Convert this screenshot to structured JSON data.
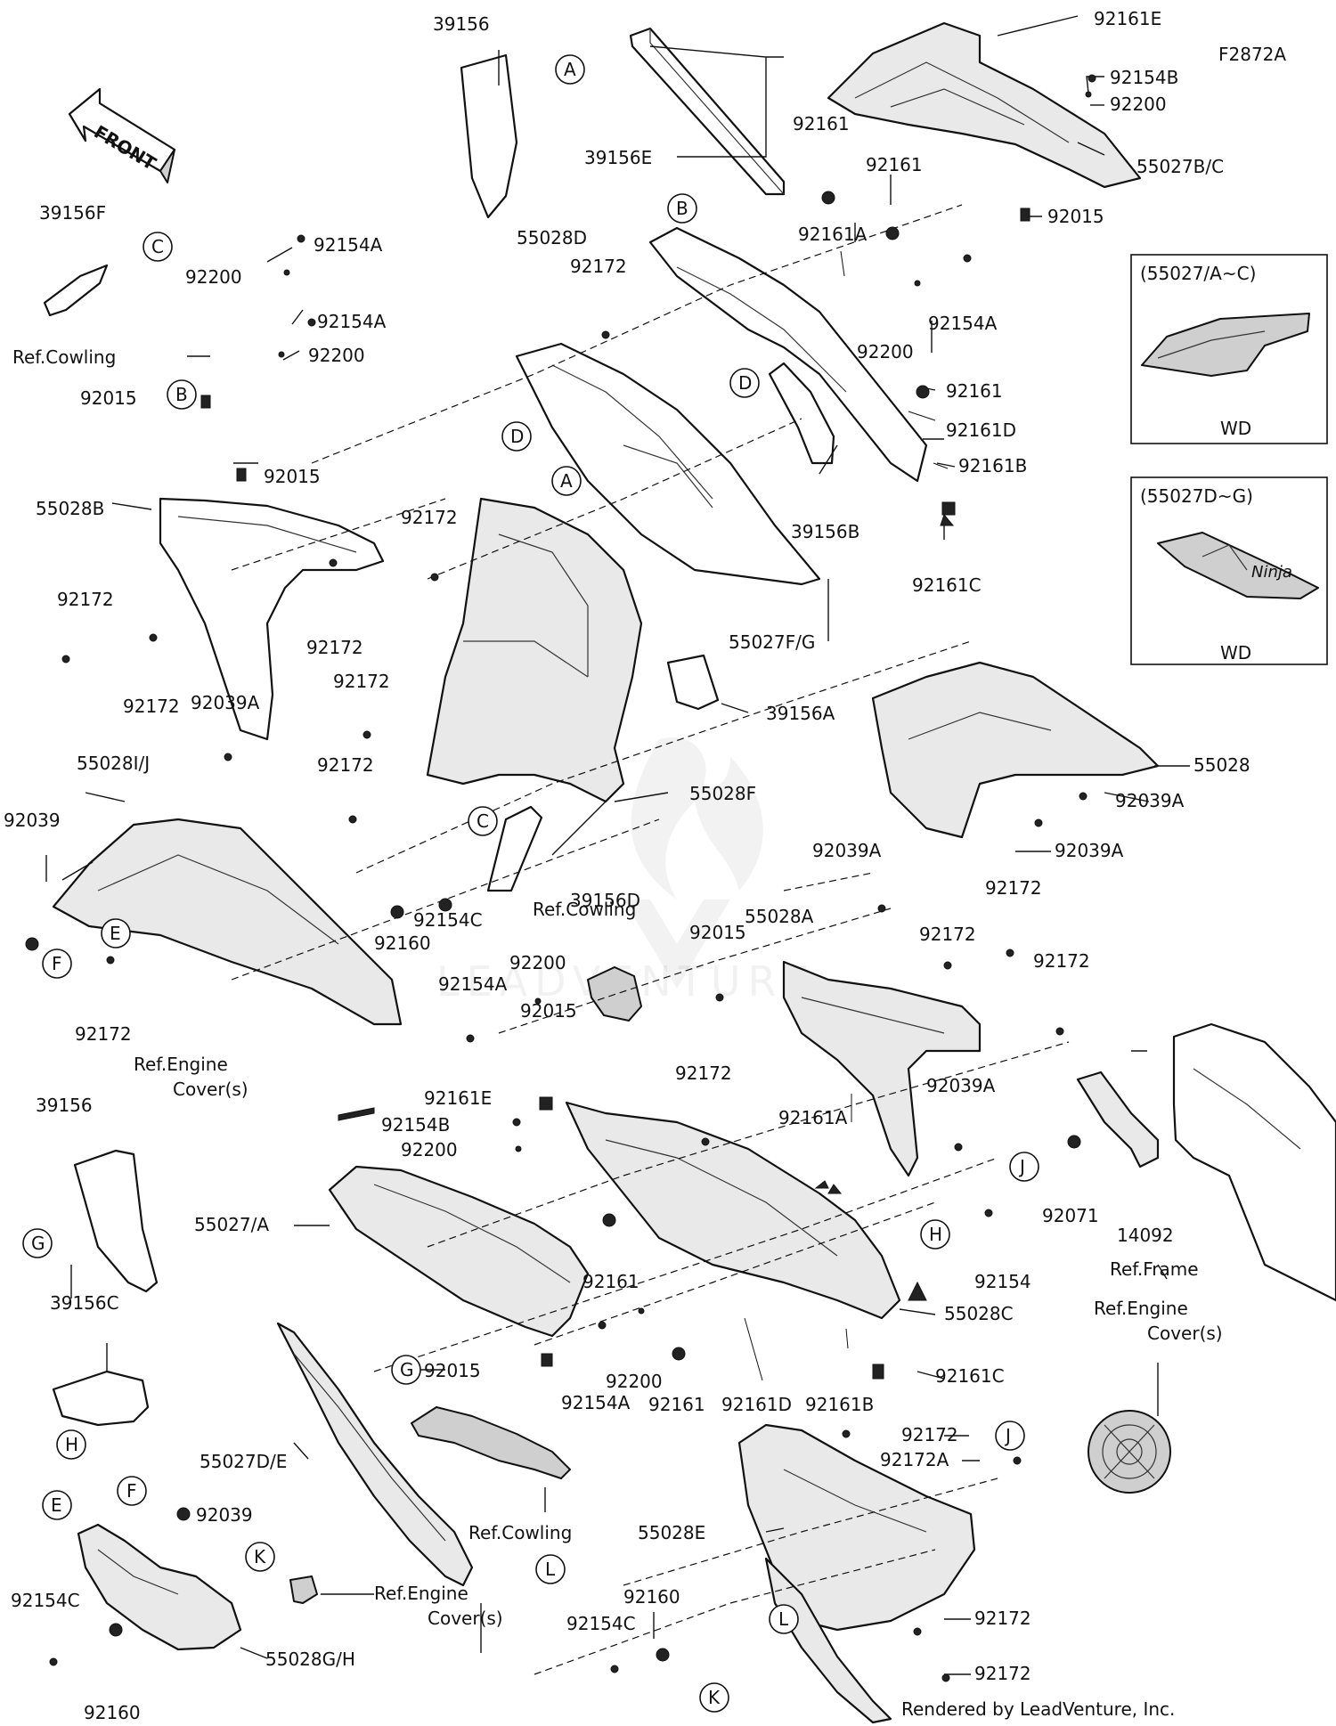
{
  "diagram_code": "F2872A",
  "front_label": "FRONT",
  "credit": "Rendered by LeadVenture, Inc.",
  "insets": [
    {
      "title": "(55027/A~C)",
      "caption": "WD"
    },
    {
      "title": "(55027D~G)",
      "caption": "WD"
    }
  ],
  "callout_letters": [
    "A",
    "B",
    "C",
    "D",
    "E",
    "F",
    "G",
    "H",
    "J",
    "K",
    "L"
  ],
  "labels": {
    "p39156_top": "39156",
    "p92161E_top": "92161E",
    "p92154B_top": "92154B",
    "p92200_top": "92200",
    "p55027BC": "55027B/C",
    "p92015_top": "92015",
    "p92161_a": "92161",
    "p92161_b": "92161",
    "p39156E": "39156E",
    "p39156F": "39156F",
    "p55028D": "55028D",
    "p92172_a": "92172",
    "p92161A_top": "92161A",
    "p92154A_r": "92154A",
    "p92200_r": "92200",
    "p92154A_l1": "92154A",
    "p92200_l1": "92200",
    "p92154A_l2": "92154A",
    "p92200_l2": "92200",
    "refcowl_1": "Ref.Cowling",
    "p92015_l": "92015",
    "p92161_c": "92161",
    "p92161D_top": "92161D",
    "p92161B_top": "92161B",
    "p92015_mid": "92015",
    "p55028B": "55028B",
    "p39156B": "39156B",
    "p92172_b": "92172",
    "p92161C_top": "92161C",
    "p92172_c": "92172",
    "p92172_d": "92172",
    "p92172_e": "92172",
    "p92039A_l": "92039A",
    "p55027FG": "55027F/G",
    "p39156A": "39156A",
    "p92172_f": "92172",
    "p92172_g": "92172",
    "p55028F": "55028F",
    "p55028": "55028",
    "p92039A_r1": "92039A",
    "p92039A_r2": "92039A",
    "p92039A_r3": "92039A",
    "p55028IJ": "55028I/J",
    "p92039_l": "92039",
    "p92154C_m": "92154C",
    "p92160_m": "92160",
    "p39156D": "39156D",
    "refcowl_2": "Ref.Cowling",
    "p92015_c": "92015",
    "p55028A": "55028A",
    "p92172_h": "92172",
    "p92172_i": "92172",
    "p92172_j": "92172",
    "p92200_c": "92200",
    "p92154A_c": "92154A",
    "p92015_c2": "92015",
    "p92172_k": "92172",
    "ref_engine_1a": "Ref.Engine",
    "ref_engine_1b": "Cover(s)",
    "p92161E_m": "92161E",
    "p92154B_m": "92154B",
    "p92200_m": "92200",
    "p39156_l": "39156",
    "p92172_l": "92172",
    "p92161A_m": "92161A",
    "p92039A_m": "92039A",
    "p55027A": "55027/A",
    "p92161_m": "92161",
    "p92154_r": "92154",
    "p92071": "92071",
    "p14092": "14092",
    "ref_frame": "Ref.Frame",
    "p55028C": "55028C",
    "ref_engine_2a": "Ref.Engine",
    "ref_engine_2b": "Cover(s)",
    "p39156C": "39156C",
    "p92015_b": "92015",
    "p92154A_b": "92154A",
    "p92200_b": "92200",
    "p92161_b2": "92161",
    "p92161D_b": "92161D",
    "p92161B_b": "92161B",
    "p92161C_b": "92161C",
    "p55027DE": "55027D/E",
    "p92172_m": "92172",
    "p92172A": "92172A",
    "p92039_b": "92039",
    "refcowl_3": "Ref.Cowling",
    "p55028E": "55028E",
    "p92154C_b": "92154C",
    "ref_engine_3a": "Ref.Engine",
    "ref_engine_3b": "Cover(s)",
    "p55028GH": "55028G/H",
    "p92160_b": "92160",
    "p92160_b2": "92160",
    "p92154C_b2": "92154C",
    "p92172_n": "92172",
    "p92172_o": "92172"
  }
}
